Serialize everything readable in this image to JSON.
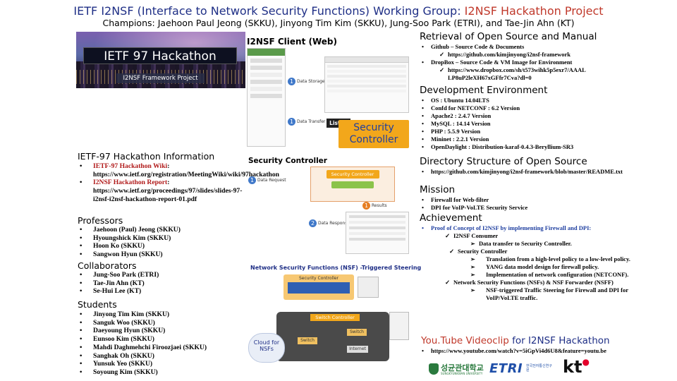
{
  "header": {
    "title_main": "IETF I2NSF (Interface to Network Security Functions) Working Group: ",
    "title_highlight": "I2NSF Hackathon Project",
    "champions": "Champions: Jaehoon Paul Jeong (SKKU), Jinyong Tim Kim (SKKU), Jung-Soo Park (ETRI), and Tae-Jin Ahn (KT)"
  },
  "banner": {
    "title": "IETF 97 Hackathon",
    "subtitle": "I2NSF Framework Project"
  },
  "left": {
    "info_heading": "IETF-97 Hackathon Information",
    "info_items": [
      {
        "label": "IETF-97 Hackathon Wiki",
        "text": "https://www.ietf.org/registration/MeetingWiki/wiki/97hackathon"
      },
      {
        "label": "I2NSF Hackathon Report",
        "text": "https://www.ietf.org/proceedings/97/slides/slides-97-i2nsf-i2nsf-hackathon-report-01.pdf"
      }
    ],
    "professors_heading": "Professors",
    "professors": [
      "Jaehoon (Paul) Jeong (SKKU)",
      "Hyoungshick Kim (SKKU)",
      "Hoon Ko (SKKU)",
      "Sangwon Hyun (SKKU)"
    ],
    "collaborators_heading": "Collaborators",
    "collaborators": [
      "Jung-Soo Park (ETRI)",
      "Tae-Jin Ahn (KT)",
      "Se-Hui Lee (KT)"
    ],
    "students_heading": "Students",
    "students": [
      "Jinyong Tim Kim (SKKU)",
      "Sanguk Woo (SKKU)",
      "Daeyoung Hyun (SKKU)",
      "Eunsoo Kim (SKKU)",
      "Mahdi Daghmehchi Firoozjaei (SKKU)",
      "Sanghak Oh (SKKU)",
      "Yunsuk Yeo (SKKU)",
      "Soyoung Kim (SKKU)"
    ]
  },
  "diagrams": {
    "client_title": "I2NSF Client (Web)",
    "client_step1": "Data Storage",
    "client_step2": "Data Transfer",
    "listen": "Listen",
    "security_controller_big": "Security Controller",
    "sc_title": "Security Controller",
    "sc_box": "Security Controller",
    "sc_step1": "Data Request",
    "sc_step2": "Data Response",
    "sc_results": "Results",
    "nsf_title": "Network Security Functions (NSF) -Triggered Steering",
    "switch_controller": "Switch Controller",
    "switch": "Switch",
    "internet": "Internet",
    "cloud_label": "Cloud for NSFs"
  },
  "right": {
    "retrieval_heading": "Retrieval of Open Source and Manual",
    "retrieval": [
      {
        "text": "Github – Source Code & Documents",
        "sub": "https://github.com/kimjinyong/i2nsf-framework"
      },
      {
        "text": "DropBox – Source Code & VM Image for Environment",
        "sub": "https://www.dropbox.com/sh/t573wihk5p5exr7/AAAL LP8uP2leXH67xGFfr7Cva?dl=0"
      }
    ],
    "dev_heading": "Development Environment",
    "dev": [
      "OS : Ubuntu 14.04LTS",
      "Confd for NETCONF : 6.2 Version",
      "Apache2 : 2.4.7 Version",
      "MySQL : 14.14 Version",
      "PHP : 5.5.9 Version",
      "Mininet : 2.2.1 Version",
      "OpenDaylight : Distribution-karaf-0.4.3-Beryllium-SR3"
    ],
    "dir_heading": "Directory Structure of Open Source",
    "dir": "https://github.com/kimjinyong/i2nsf-framework/blob/master/README.txt",
    "mission_heading": "Mission",
    "mission": [
      "Firewall for Web-filter",
      "DPI for VoIP-VoLTE Security Service"
    ],
    "achievement_heading": "Achievement",
    "achievement_lead": "Proof of Concept of I2NSF by implementing Firewall and DPI:",
    "ach_consumer": "I2NSF Consumer",
    "ach_consumer_sub": "Data transfer to Security Controller.",
    "ach_controller": "Security Controller",
    "ach_controller_subs": [
      "Translation from a high-level policy to a low-level policy.",
      "YANG data model design for firewall policy.",
      "Implementation of network configuration (NETCONF)."
    ],
    "ach_nsf": "Network Security Functions (NSFs) & NSF Forwarder (NSFF)",
    "ach_nsf_sub": "NSF-triggered Traffic Steering for Firewall and DPI for VoIP/VoLTE traffic.",
    "youtube_heading_hl": "You.Tube Videoclip",
    "youtube_heading_rest": " for I2NSF Hackathon",
    "youtube_link": "https://www.youtube.com/watch?v=5iGpVi4d6U8&feature=youtu.be"
  },
  "logos": {
    "skku": "성균관대학교",
    "skku_en": "SUNGKYUNKWAN UNIVERSITY",
    "etri": "ETRI",
    "etri_kr": "한국전자통신연구원",
    "kt": "kt"
  },
  "colors": {
    "title_blue": "#1f2f86",
    "highlight_red": "#c0392b",
    "link_red": "#b01818",
    "controller_orange": "#f2a71b"
  }
}
